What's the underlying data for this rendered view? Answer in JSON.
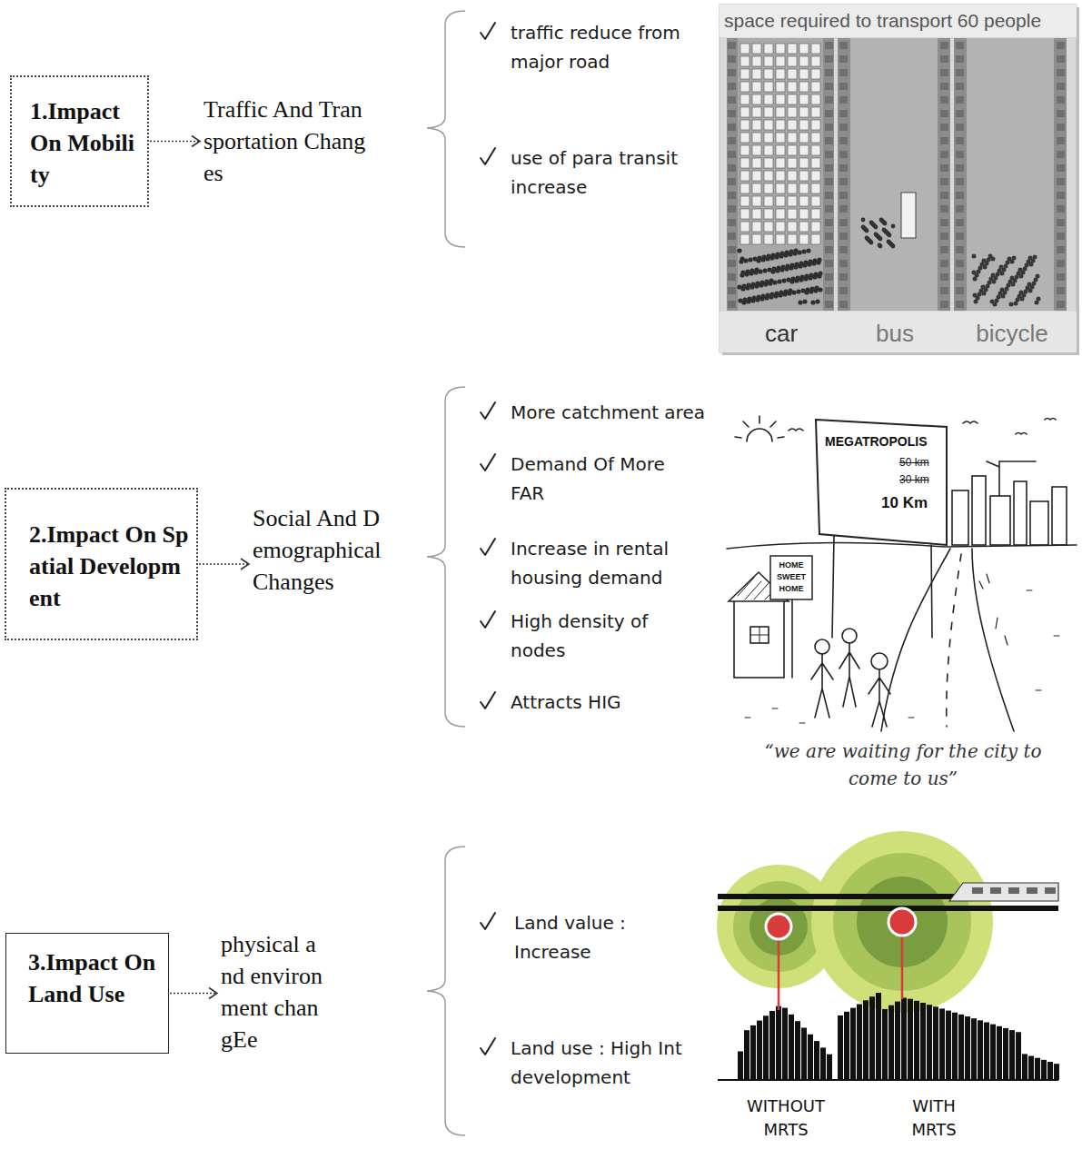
{
  "diagram": {
    "nodes": [
      {
        "text": [
          "1.Impact On Mobility"
        ]
      },
      {
        "text": [
          "Traffic And Transportation Changes"
        ]
      },
      {
        "text": [
          "2.Impact On Spatial Development"
        ]
      },
      {
        "text": [
          "Social And Demographical Changes"
        ]
      },
      {
        "text": [
          "3.Impact On Land Use"
        ]
      },
      {
        "text": [
          "physical and environment changEe"
        ]
      }
    ],
    "edges": [
      {
        "from": 0,
        "to": 1,
        "arrow": "to"
      },
      {
        "from": 2,
        "to": 3,
        "arrow": "to"
      },
      {
        "from": 4,
        "to": 5,
        "arrow": "to"
      }
    ],
    "labels": [
      "traffic reduce from major road",
      "use of para transit increase",
      "space required to transport 60 people",
      "car",
      "bus",
      "bicycle",
      "More catchment area",
      "Demand Of More FAR",
      "Increase in rental housing demand",
      "High density of nodes",
      "Attracts HIG",
      "MEGATROPOLIS",
      "50 km",
      "30 km",
      "10 Km",
      "HOME SWEET HOME",
      "“we are waiting for the city to come to us”",
      "Land value : Increase",
      "Land use : High Int development",
      "WITHOUT MRTS",
      "WITH MRTS"
    ]
  }
}
